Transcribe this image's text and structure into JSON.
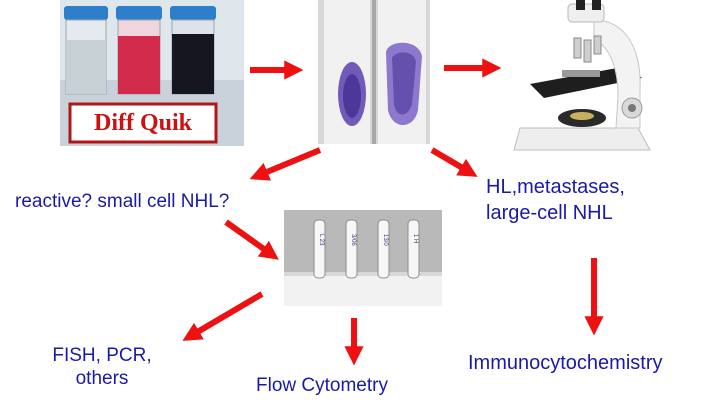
{
  "diff_quik": {
    "label": "Diff Quik"
  },
  "labels": {
    "reactive": "reactive? small cell NHL?",
    "hl_line1": "HL,metastases,",
    "hl_line2": "large-cell NHL",
    "fish_line1": "FISH, PCR,",
    "fish_line2": "others",
    "flow": "Flow Cytometry",
    "immuno": "Immunocytochemistry"
  },
  "tube_labels": [
    "L 23",
    "3/06",
    "13/0",
    "1 H"
  ],
  "colors": {
    "arrow": "#ee1111",
    "label_text": "#1a1aa8",
    "diff_quik_text": "#cc1111",
    "stain": "#5a3fb0"
  }
}
